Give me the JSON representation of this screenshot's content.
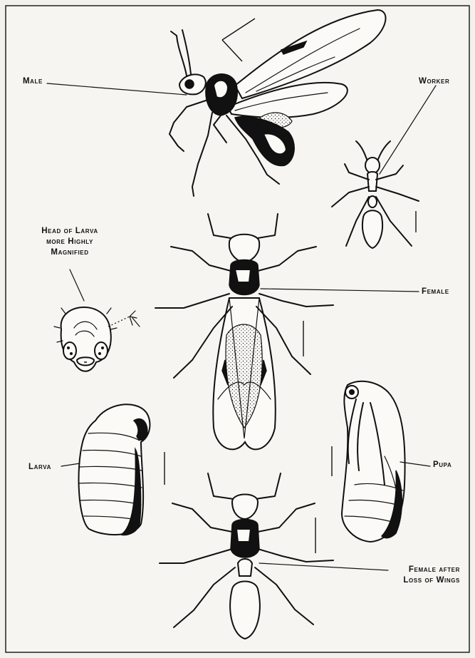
{
  "labels": {
    "male": "Male",
    "worker": "Worker",
    "head_of_larva_1": "Head of Larva",
    "head_of_larva_2": "more Highly",
    "head_of_larva_3": "Magnified",
    "female": "Female",
    "larva": "Larva",
    "pupa": "Pupa",
    "female_after_1": "Female after",
    "female_after_2": "Loss of Wings"
  },
  "colors": {
    "ink": "#111111",
    "paper": "#f3f1ec"
  }
}
